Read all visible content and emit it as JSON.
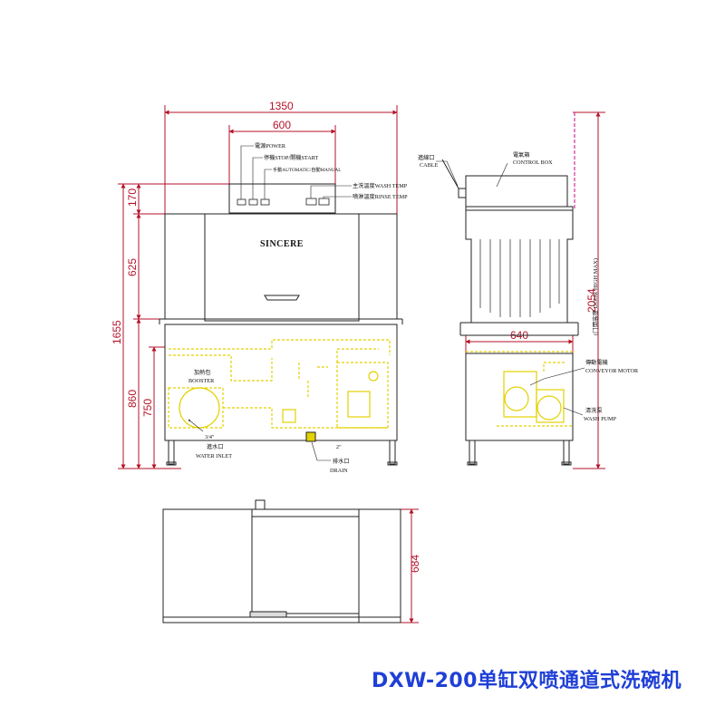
{
  "title": "DXW-200单缸双喷通道式洗碗机",
  "brand": "SINCERE",
  "dimensions": {
    "total_width": "1350",
    "panel_width": "600",
    "height_panel": "170",
    "height_upper": "625",
    "height_total": "1655",
    "height_860": "860",
    "height_750": "750",
    "side_depth": "640",
    "door_height": "2054",
    "door_height_note": "(门開高度 DOOR HIGH MAX)",
    "plan_depth": "684"
  },
  "labels": {
    "power": "電源POWER",
    "stop_start": "停機STOP/開機START",
    "auto_manual": "手動AUTOMATIC/自動MANUAL",
    "wash_temp": "主洗溫度WASH TEMP",
    "rinse_temp": "噴淋溫度RINSE TEMP",
    "booster_cn": "加熱包",
    "booster_en": "BOOSTER",
    "water_inlet_cn": "進水口",
    "water_inlet_size": "3/4\"",
    "water_inlet_en": "WATER INLET",
    "drain_size": "2\"",
    "drain_cn": "排水口",
    "drain_en": "DRAIN",
    "cable_cn": "進線口",
    "cable_en": "CABLE",
    "control_box_cn": "電氣箱",
    "control_box_en": "CONTROL BOX",
    "conveyor_cn": "傳動電機",
    "conveyor_en": "CONVEYOR MOTOR",
    "wash_pump_cn": "清洗泵",
    "wash_pump_en": "WASH PUMP"
  },
  "colors": {
    "dimension": "#b5122a",
    "internal": "#e3d100",
    "outline": "#222222",
    "title": "#1f3fd6"
  }
}
